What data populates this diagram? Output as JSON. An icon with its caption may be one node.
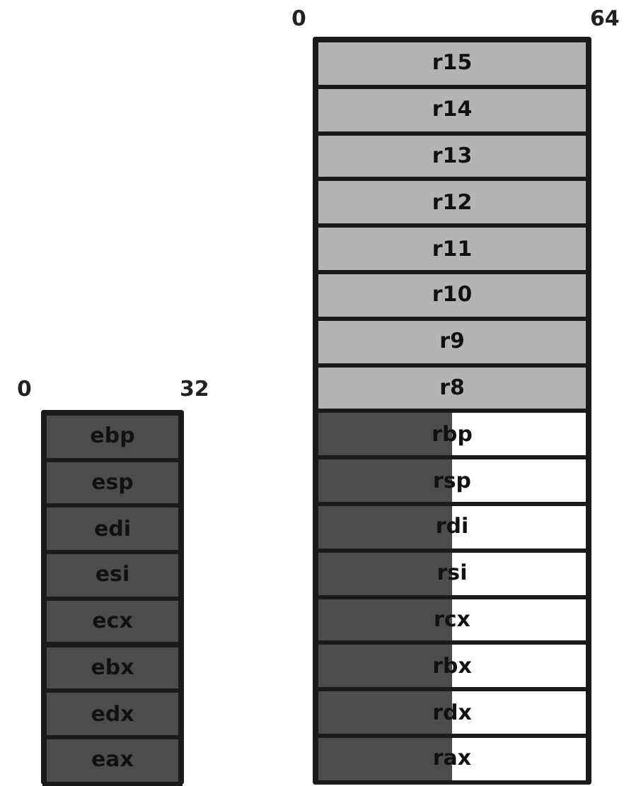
{
  "diagram": {
    "nodes": [
      {
        "text": [
          "r15"
        ]
      },
      {
        "text": [
          "r14"
        ]
      },
      {
        "text": [
          "r13"
        ]
      },
      {
        "text": [
          "r12"
        ]
      },
      {
        "text": [
          "r11"
        ]
      },
      {
        "text": [
          "r10"
        ]
      },
      {
        "text": [
          "r9"
        ]
      },
      {
        "text": [
          "r8"
        ]
      },
      {
        "text": [
          "rbp"
        ]
      },
      {
        "text": [
          "rsp"
        ]
      },
      {
        "text": [
          "rdi"
        ]
      },
      {
        "text": [
          "rsi"
        ]
      },
      {
        "text": [
          "rcx"
        ]
      },
      {
        "text": [
          "rbx"
        ]
      },
      {
        "text": [
          "rdx"
        ]
      },
      {
        "text": [
          "rax"
        ]
      },
      {
        "text": [
          "ebp"
        ]
      },
      {
        "text": [
          "esp"
        ]
      },
      {
        "text": [
          "edi"
        ]
      },
      {
        "text": [
          "esi"
        ]
      },
      {
        "text": [
          "ecx"
        ]
      },
      {
        "text": [
          "ebx"
        ]
      },
      {
        "text": [
          "edx"
        ]
      },
      {
        "text": [
          "eax"
        ]
      }
    ],
    "edges": [],
    "labels": [
      "0",
      "64",
      "0",
      "32"
    ]
  }
}
